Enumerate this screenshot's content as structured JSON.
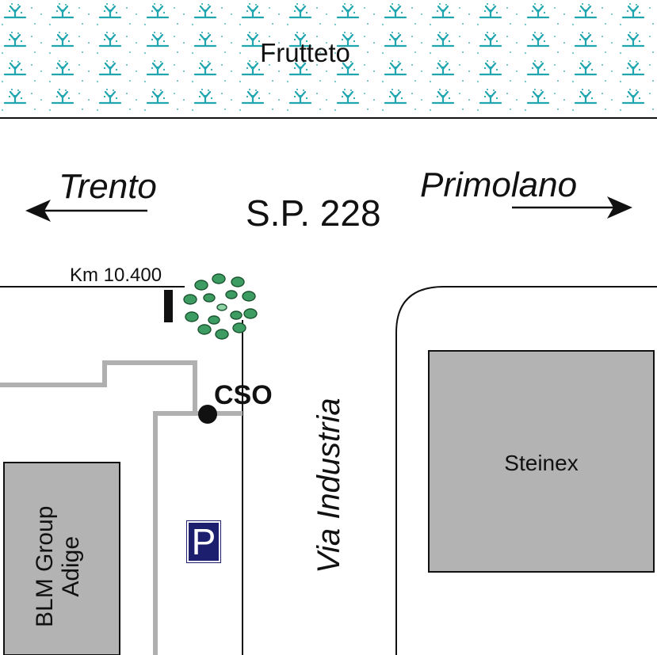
{
  "map": {
    "orchard_label": "Frutteto",
    "road_label": "S.P. 228",
    "destination_left": "Trento",
    "destination_right": "Primolano",
    "km_marker_label": "Km 10.400",
    "cso_label": "CSO",
    "side_street_label": "Via Industria",
    "building_right_label": "Steinex",
    "building_left_label_line1": "BLM Group",
    "building_left_label_line2": "Adige",
    "parking_sign_letter": "P"
  },
  "colors": {
    "orchard_symbol": "#1fa5ae",
    "tree_fill": "#3d9c62",
    "building_fill": "#b3b3b3",
    "boundary_line": "#b0b0b0",
    "parking_sign": "#1b1f6e"
  },
  "icons": [
    "orchard-symbol",
    "tree-icon",
    "km-marker-post",
    "cso-location-dot",
    "parking-icon",
    "arrow-left-icon",
    "arrow-right-icon"
  ]
}
